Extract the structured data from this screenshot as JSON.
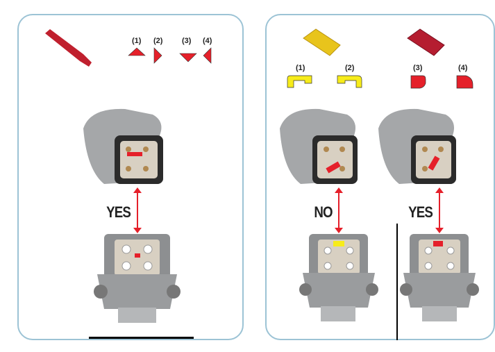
{
  "left_panel": {
    "coding_labels": [
      "(1)",
      "(2)",
      "(3)",
      "(4)"
    ],
    "result": "YES"
  },
  "right_panel": {
    "coding_labels": [
      "(1)",
      "(2)",
      "(3)",
      "(4)"
    ],
    "result_left": "NO",
    "result_right": "YES"
  },
  "colors": {
    "red": "#e5202a",
    "yellow": "#f7ec1a",
    "border": "#9cc3d5",
    "gray": "#9a9c9e"
  }
}
